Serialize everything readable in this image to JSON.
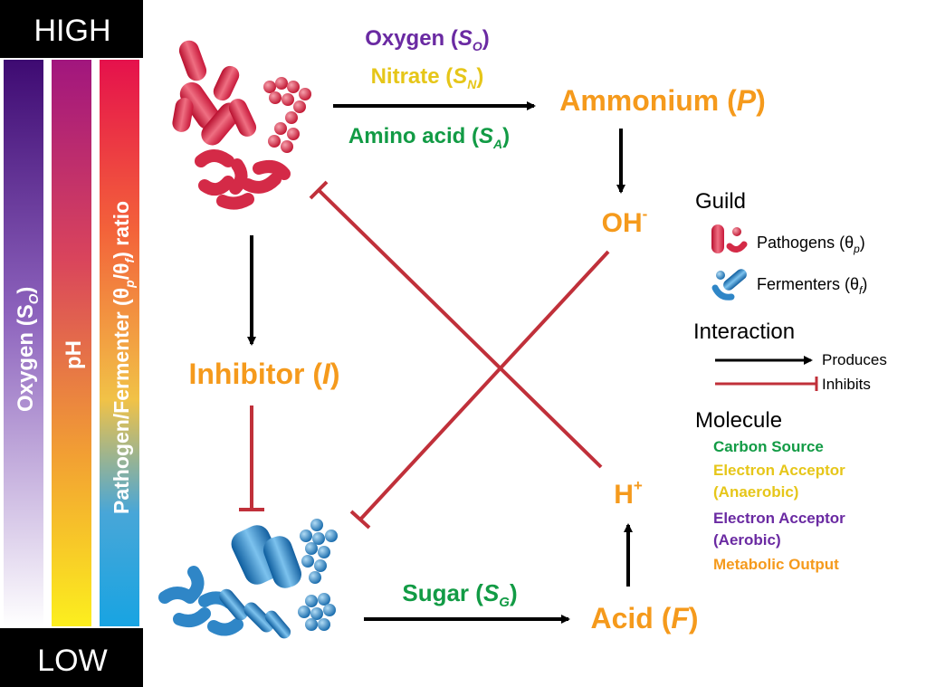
{
  "colors": {
    "oxygen": "#6a2aa2",
    "nitrate": "#e6c619",
    "carbon": "#129b45",
    "output": "#f59a1c",
    "inhibit": "#c0303a",
    "produce": "#000000",
    "pathogen": "#d8334e",
    "fermenter": "#2f86c7"
  },
  "scale": {
    "high_label": "HIGH",
    "low_label": "LOW",
    "bars": [
      {
        "label": "Oxygen (S",
        "sub": "O",
        "suffix": ")"
      },
      {
        "label": "pH"
      },
      {
        "label": "Pathogen/Fermenter (θ",
        "sub1": "p",
        "mid": "/θ",
        "sub2": "f",
        "suffix": ") ratio"
      }
    ]
  },
  "molecules": {
    "oxygen": {
      "text": "Oxygen (",
      "sym": "S",
      "sub": "O",
      "close": ")"
    },
    "nitrate": {
      "text": "Nitrate (",
      "sym": "S",
      "sub": "N",
      "close": ")"
    },
    "amino": {
      "text": "Amino acid (",
      "sym": "S",
      "sub": "A",
      "close": ")"
    },
    "ammonium": {
      "text": "Ammonium (",
      "sym": "P",
      "close": ")"
    },
    "hydroxide": {
      "text": "OH",
      "sup": "-"
    },
    "inhibitor": {
      "text": "Inhibitor (",
      "sym": "I",
      "close": ")"
    },
    "proton": {
      "text": "H",
      "sup": "+"
    },
    "sugar": {
      "text": "Sugar (",
      "sym": "S",
      "sub": "G",
      "close": ")"
    },
    "acid": {
      "text": "Acid (",
      "sym": "F",
      "close": ")"
    }
  },
  "legend": {
    "guild_title": "Guild",
    "pathogens": {
      "text": "Pathogens (θ",
      "sub": "p",
      "close": ")"
    },
    "fermenters": {
      "text": "Fermenters (θ",
      "sub": "f",
      "close": ")"
    },
    "interaction_title": "Interaction",
    "produces": "Produces",
    "inhibits": "Inhibits",
    "molecule_title": "Molecule",
    "carbon_source": "Carbon Source",
    "electron_anaerobic_1": "Electron Acceptor",
    "electron_anaerobic_2": "(Anaerobic)",
    "electron_aerobic_1": "Electron Acceptor",
    "electron_aerobic_2": "(Aerobic)",
    "metabolic_output": "Metabolic Output"
  }
}
